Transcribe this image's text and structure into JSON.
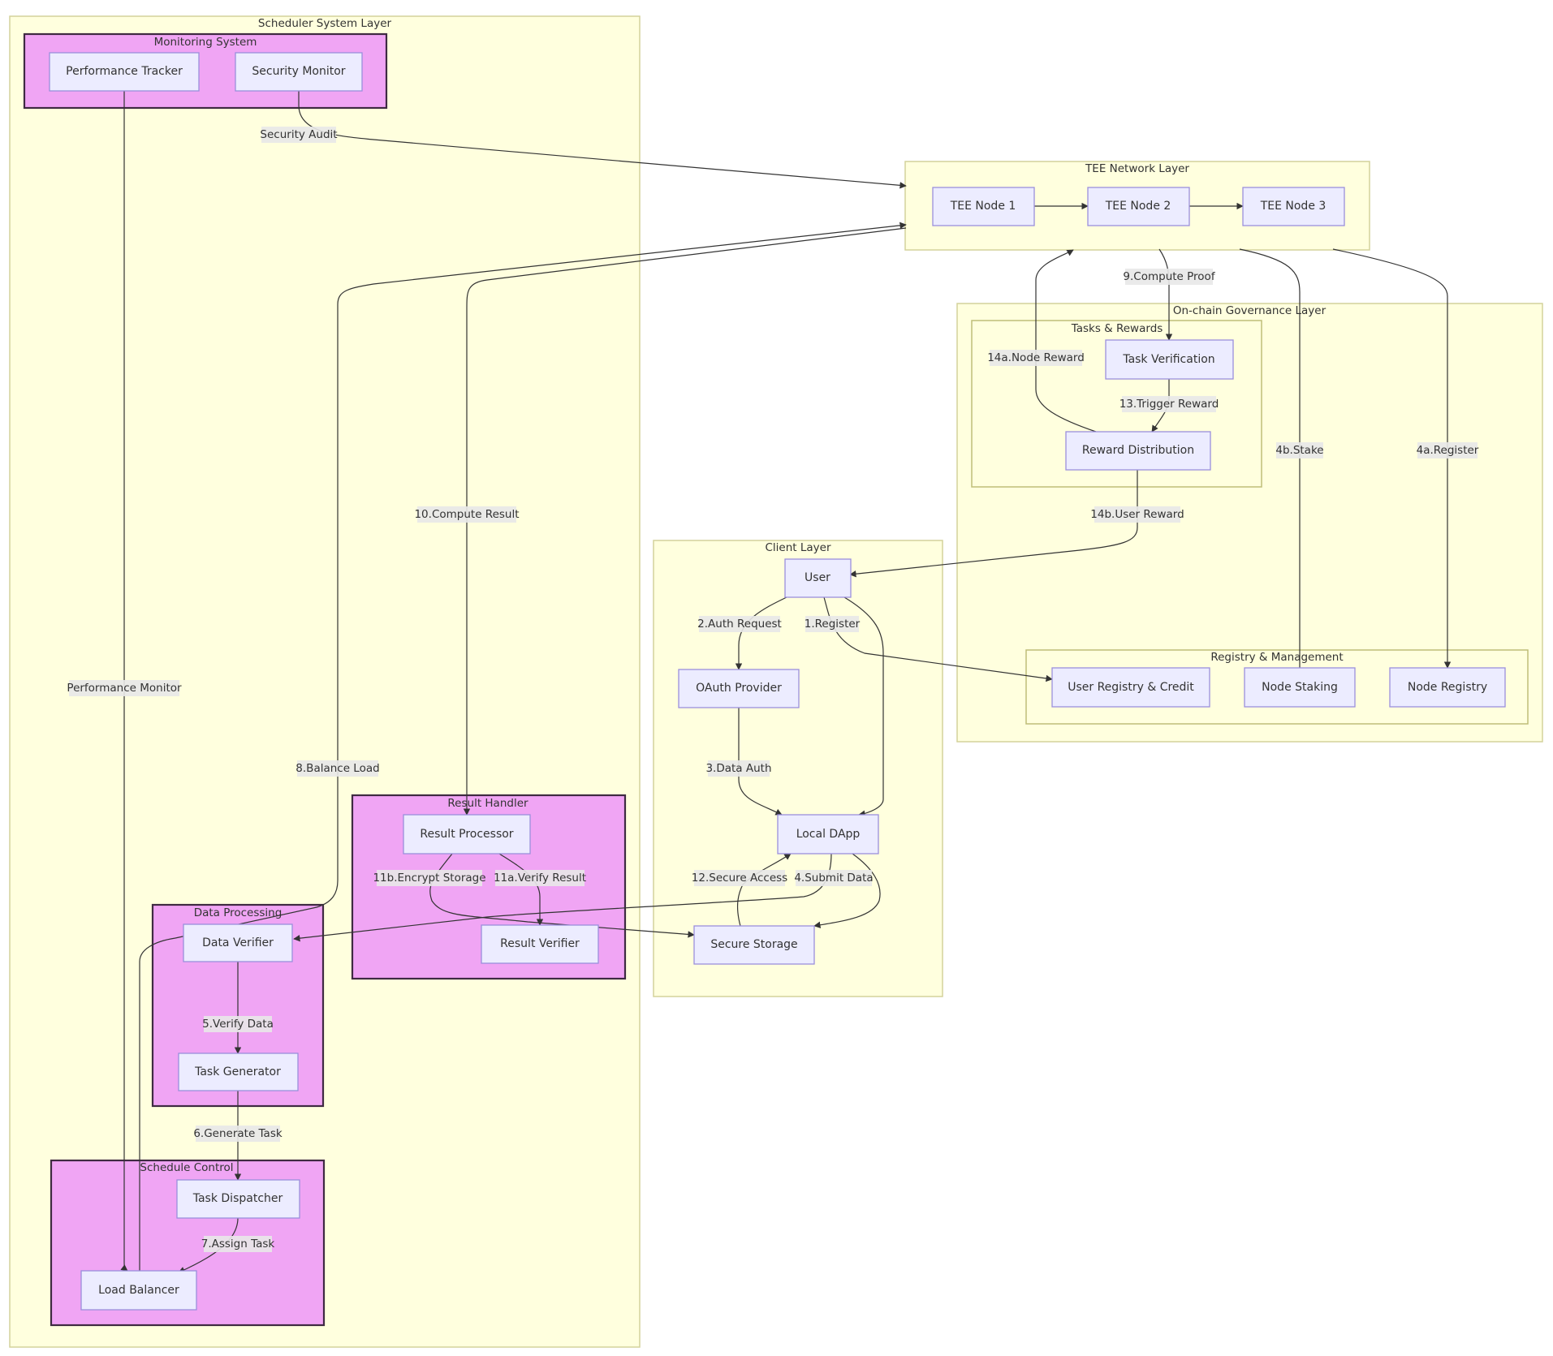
{
  "clusters": {
    "scheduler": "Scheduler System Layer",
    "monitoring": "Monitoring System",
    "result_handler": "Result Handler",
    "data_processing": "Data Processing",
    "schedule_control": "Schedule Control",
    "tee_network": "TEE Network Layer",
    "governance": "On-chain Governance Layer",
    "tasks_rewards": "Tasks & Rewards",
    "registry": "Registry & Management",
    "client": "Client Layer"
  },
  "nodes": {
    "performance_tracker": "Performance Tracker",
    "security_monitor": "Security Monitor",
    "tee_node_1": "TEE Node 1",
    "tee_node_2": "TEE Node 2",
    "tee_node_3": "TEE Node 3",
    "task_verification": "Task Verification",
    "reward_distribution": "Reward Distribution",
    "user": "User",
    "oauth_provider": "OAuth Provider",
    "local_dapp": "Local DApp",
    "secure_storage": "Secure Storage",
    "user_registry": "User Registry & Credit",
    "node_staking": "Node Staking",
    "node_registry": "Node Registry",
    "result_processor": "Result Processor",
    "result_verifier": "Result Verifier",
    "data_verifier": "Data Verifier",
    "task_generator": "Task Generator",
    "task_dispatcher": "Task Dispatcher",
    "load_balancer": "Load Balancer"
  },
  "edge_labels": {
    "security_audit": "Security Audit",
    "performance_monitor": "Performance Monitor",
    "compute_result": "10.Compute Result",
    "balance_load": "8.Balance Load",
    "compute_proof": "9.Compute Proof",
    "node_reward": "14a.Node Reward",
    "trigger_reward": "13.Trigger Reward",
    "stake": "4b.Stake",
    "register_4a": "4a.Register",
    "user_reward": "14b.User Reward",
    "auth_request": "2.Auth Request",
    "register_1": "1.Register",
    "data_auth": "3.Data Auth",
    "secure_access": "12.Secure Access",
    "submit_data": "4.Submit Data",
    "encrypt_storage": "11b.Encrypt Storage",
    "verify_result": "11a.Verify Result",
    "verify_data": "5.Verify Data",
    "generate_task": "6.Generate Task",
    "assign_task": "7.Assign Task"
  },
  "colors": {
    "cluster_fill": "#ffffde",
    "cluster_pink": "#f0a5f4",
    "node_fill": "#ececff",
    "node_stroke": "#9b8fdc",
    "edge": "#333333"
  }
}
